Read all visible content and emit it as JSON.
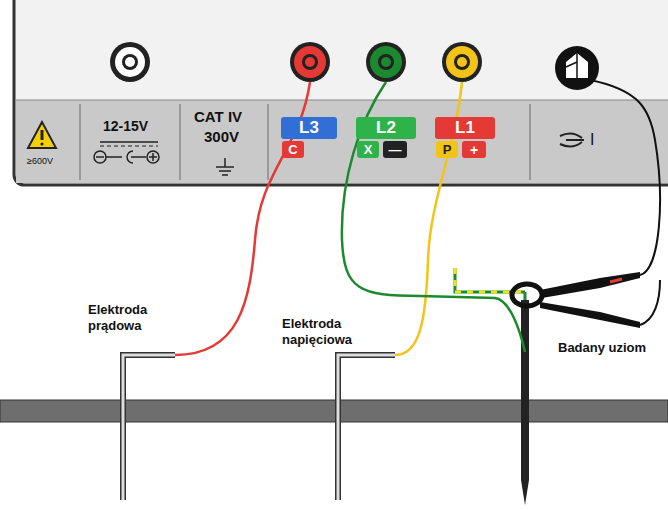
{
  "diagram": {
    "nodes": [
      {
        "text": [
          "L3"
        ]
      },
      {
        "text": [
          "C"
        ]
      },
      {
        "text": [
          "L2"
        ]
      },
      {
        "text": [
          "X"
        ]
      },
      {
        "text": [
          "—"
        ]
      },
      {
        "text": [
          "L1"
        ]
      },
      {
        "text": [
          "P"
        ]
      },
      {
        "text": [
          "+"
        ]
      }
    ],
    "labels": [
      "≥600V",
      "12-15V",
      "CAT IV",
      "300V",
      "I",
      "Elektroda prądowa",
      "Elektroda napięciowa",
      "Badany uziom"
    ]
  }
}
